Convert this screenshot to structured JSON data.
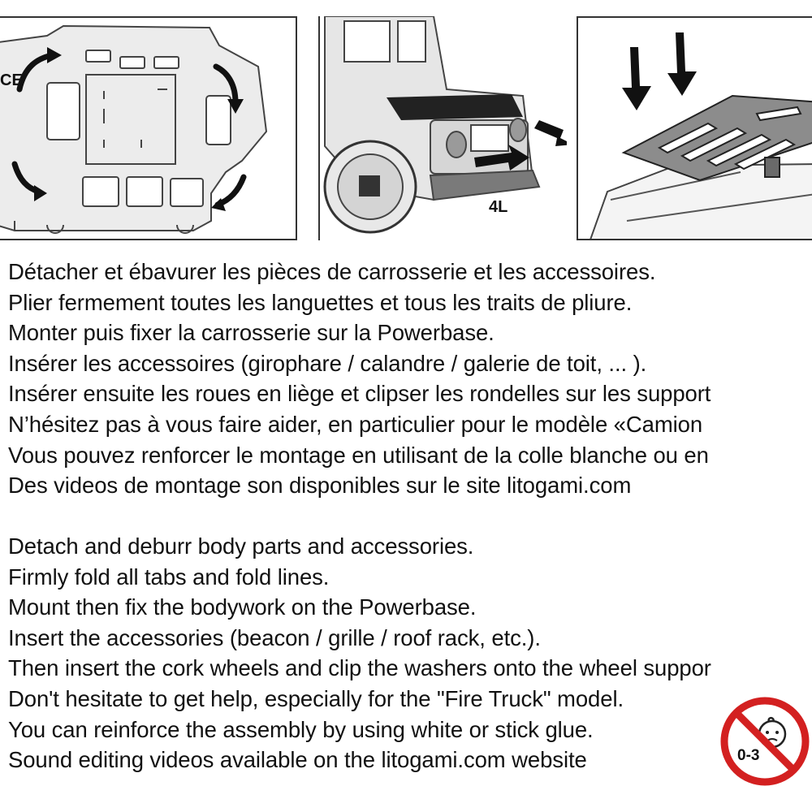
{
  "illustrations": {
    "panel1_label": "CE",
    "panel2_label": "4L"
  },
  "instructions_fr": [
    "Détacher et ébavurer les pièces de carrosserie et les accessoires.",
    "Plier fermement toutes les languettes et tous les traits de pliure.",
    "Monter puis fixer la carrosserie sur la Powerbase.",
    "Insérer les accessoires (girophare / calandre / galerie de toit, ... ).",
    "Insérer ensuite les roues en liège et clipser les rondelles sur les support",
    "N’hésitez pas à vous faire aider, en particulier pour le modèle «Camion",
    "Vous pouvez renforcer le montage en utilisant de la colle blanche ou en",
    "Des videos de montage son disponibles sur le site litogami.com"
  ],
  "instructions_en": [
    "Detach and deburr body parts and accessories.",
    "Firmly fold all tabs and fold lines.",
    "Mount then fix the bodywork on the Powerbase.",
    "Insert the accessories (beacon / grille / roof rack, etc.).",
    "Then insert the cork wheels and clip the washers onto the wheel suppor",
    "Don't hesitate to get help, especially for the \"Fire Truck\" model.",
    "You can reinforce the assembly by using white or stick glue.",
    "Sound editing videos available on the litogami.com website"
  ],
  "age_warning": {
    "label": "0-3",
    "icon": "no-children-under-3-icon",
    "color": "#d32020"
  }
}
